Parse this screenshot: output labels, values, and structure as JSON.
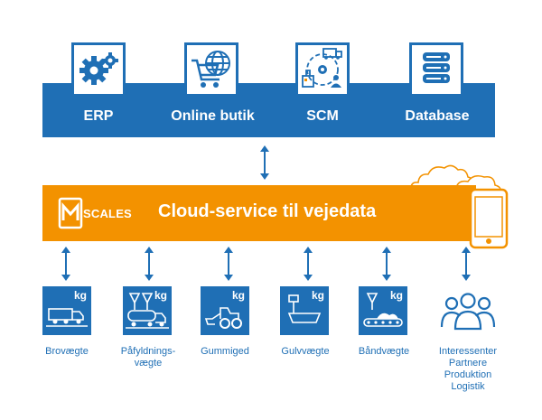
{
  "top": {
    "items": [
      {
        "label": "ERP",
        "icon": "gears-icon"
      },
      {
        "label": "Online butik",
        "icon": "shopping-cart-icon"
      },
      {
        "label": "SCM",
        "icon": "supply-chain-icon"
      },
      {
        "label": "Database",
        "icon": "database-icon"
      }
    ]
  },
  "cloud": {
    "title": "Cloud-service til vejedata",
    "logo": "SCALES"
  },
  "bottom": {
    "unit": "kg",
    "items": [
      {
        "label": "Brovægte",
        "icon": "truck-scale-icon"
      },
      {
        "label": "Påfyldnings-vægte",
        "line1": "Påfyldnings-",
        "line2": "vægte",
        "icon": "tanker-filling-icon"
      },
      {
        "label": "Gummiged",
        "icon": "wheel-loader-icon"
      },
      {
        "label": "Gulvvægte",
        "icon": "floor-scale-icon"
      },
      {
        "label": "Båndvægte",
        "icon": "conveyor-belt-icon"
      }
    ],
    "stakeholders": {
      "icon": "people-group-icon",
      "lines": [
        "Interessenter",
        "Partnere",
        "Produktion",
        "Logistik"
      ]
    }
  },
  "colors": {
    "blue": "#1f6fb5",
    "orange": "#f39200",
    "white": "#ffffff"
  }
}
